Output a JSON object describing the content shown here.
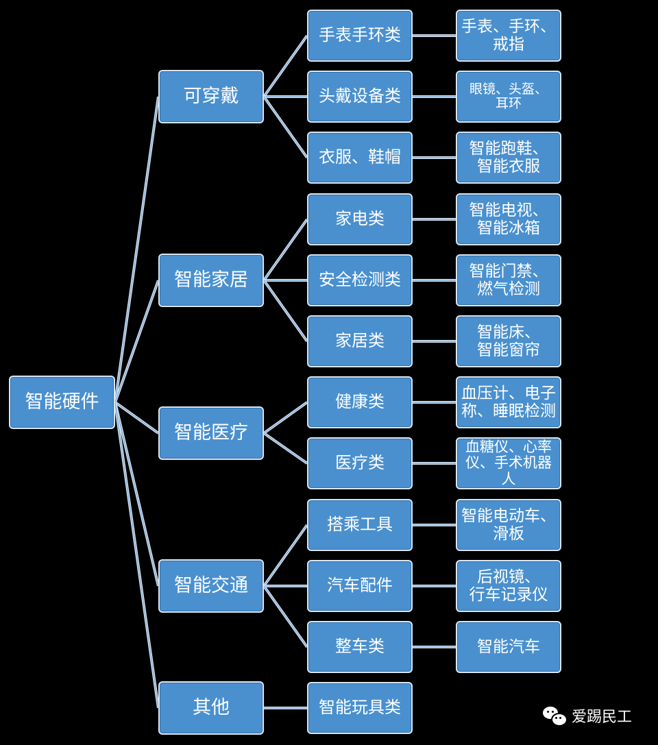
{
  "root": {
    "label": "智能硬件"
  },
  "categories": [
    {
      "label": "可穿戴",
      "subs": [
        {
          "label": "手表手环类",
          "detail": "手表、手环、\n戒指"
        },
        {
          "label": "头戴设备类",
          "detail": "眼镜、头盔、\n耳环"
        },
        {
          "label": "衣服、鞋帽",
          "detail": "智能跑鞋、\n智能衣服"
        }
      ]
    },
    {
      "label": "智能家居",
      "subs": [
        {
          "label": "家电类",
          "detail": "智能电视、\n智能冰箱"
        },
        {
          "label": "安全检测类",
          "detail": "智能门禁、\n燃气检测"
        },
        {
          "label": "家居类",
          "detail": "智能床、\n智能窗帘"
        }
      ]
    },
    {
      "label": "智能医疗",
      "subs": [
        {
          "label": "健康类",
          "detail": "血压计、电子\n称、睡眠检测"
        },
        {
          "label": "医疗类",
          "detail": "血糖仪、心率\n仪、手术机器\n人"
        }
      ]
    },
    {
      "label": "智能交通",
      "subs": [
        {
          "label": "搭乘工具",
          "detail": "智能电动车、\n滑板"
        },
        {
          "label": "汽车配件",
          "detail": "后视镜、\n行车记录仪"
        },
        {
          "label": "整车类",
          "detail": "智能汽车"
        }
      ]
    },
    {
      "label": "其他",
      "subs": [
        {
          "label": "智能玩具类"
        }
      ]
    }
  ],
  "watermark": {
    "label": "爱踢民工",
    "icon": "wechat-icon"
  },
  "colors": {
    "node": "#4a90cf",
    "border": "#dbe7f4",
    "connector": "#d9e6f3",
    "background": "#000000"
  }
}
